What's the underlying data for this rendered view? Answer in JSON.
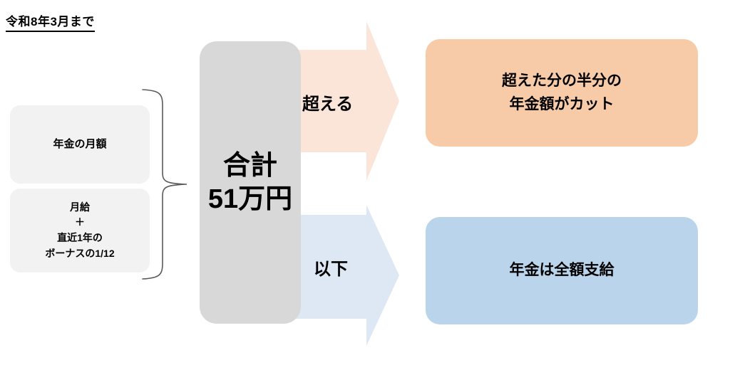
{
  "title": "令和8年3月まで",
  "left_inputs": [
    {
      "id": "pension-monthly",
      "label": "年金の月額"
    },
    {
      "id": "salary-bonus",
      "line1": "月給",
      "line2": "＋",
      "line3": "直近1年の",
      "line4": "ボーナスの1/12"
    }
  ],
  "total": {
    "line1": "合計",
    "line2": "51万円",
    "amount_value": 51,
    "amount_unit": "万円"
  },
  "branches": [
    {
      "id": "exceed",
      "label": "超える",
      "color": "#FAE5D8"
    },
    {
      "id": "under",
      "label": "以下",
      "color": "#DDE8F4"
    }
  ],
  "results": [
    {
      "id": "cut",
      "line1": "超えた分の半分の",
      "line2": "年金額がカット",
      "color": "#F7CBA8"
    },
    {
      "id": "full",
      "line1": "年金は全額支給",
      "line2": "",
      "color": "#BAD4EC"
    }
  ],
  "colors": {
    "total_box": "#D8D8D8",
    "input_box": "#F2F2F2",
    "arrow_exceed": "#FAE5D8",
    "arrow_under": "#DDE8F4",
    "result_cut": "#F7CBA8",
    "result_full": "#BAD4EC",
    "text": "#000000",
    "background": "#FFFFFF",
    "brace_stroke": "#595959"
  }
}
